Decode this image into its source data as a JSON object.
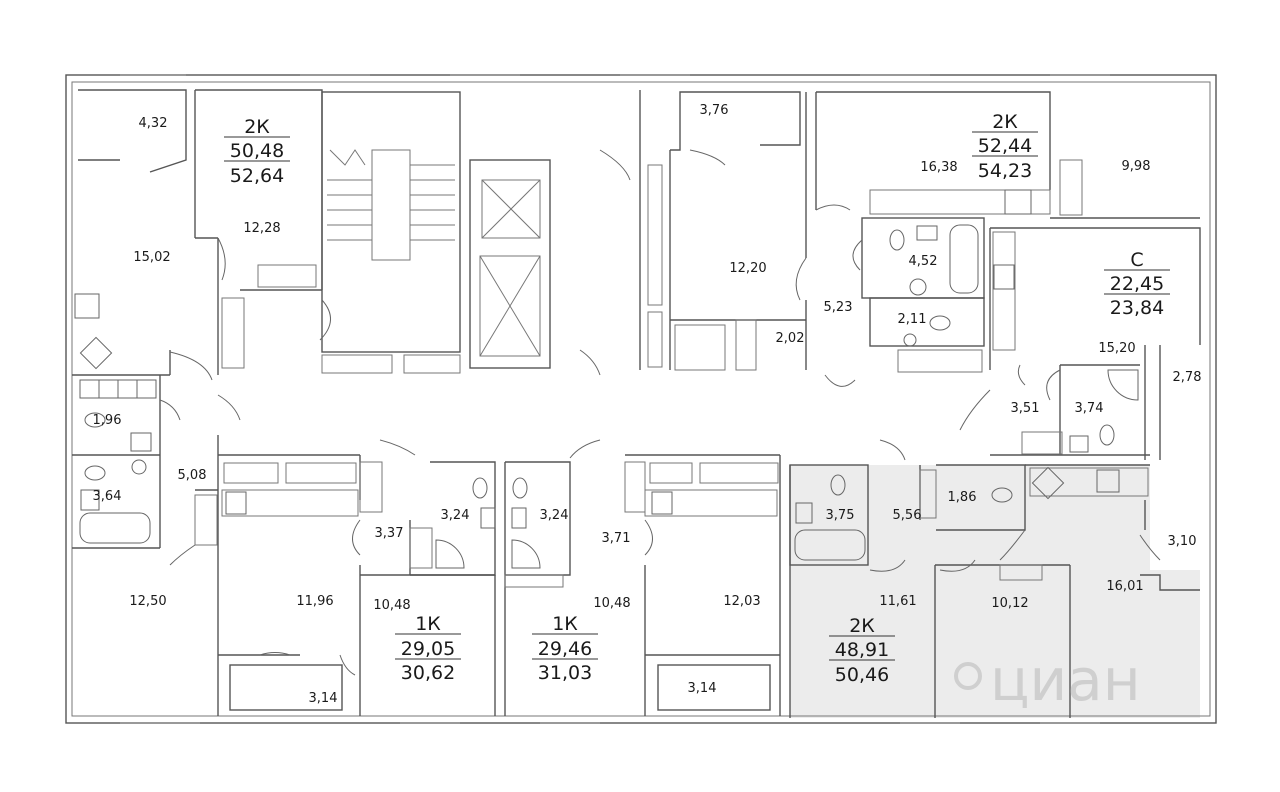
{
  "apartments": [
    {
      "id": "a1",
      "type": "2К",
      "living": "50,48",
      "total": "52,64"
    },
    {
      "id": "a2",
      "type": "2К",
      "living": "52,44",
      "total": "54,23"
    },
    {
      "id": "a3",
      "type": "С",
      "living": "22,45",
      "total": "23,84"
    },
    {
      "id": "a4",
      "type": "1К",
      "living": "29,05",
      "total": "30,62"
    },
    {
      "id": "a5",
      "type": "1К",
      "living": "29,46",
      "total": "31,03"
    },
    {
      "id": "a6",
      "type": "2К",
      "living": "48,91",
      "total": "50,46",
      "highlighted": true
    }
  ],
  "room_areas": [
    "4,32",
    "12,28",
    "15,02",
    "1,96",
    "3,64",
    "5,08",
    "12,50",
    "3,76",
    "12,20",
    "2,02",
    "5,23",
    "16,38",
    "4,52",
    "2,11",
    "9,98",
    "15,20",
    "2,78",
    "3,51",
    "3,74",
    "3,37",
    "3,24",
    "11,96",
    "10,48",
    "3,14",
    "3,24",
    "3,71",
    "10,48",
    "12,03",
    "3,14",
    "3,75",
    "5,56",
    "1,86",
    "3,10",
    "11,61",
    "10,12",
    "16,01"
  ],
  "watermark": "циан",
  "colors": {
    "highlight": "#ececec",
    "walls": "#555555",
    "text": "#1a1a1a",
    "watermark": "#cfcfcf"
  }
}
